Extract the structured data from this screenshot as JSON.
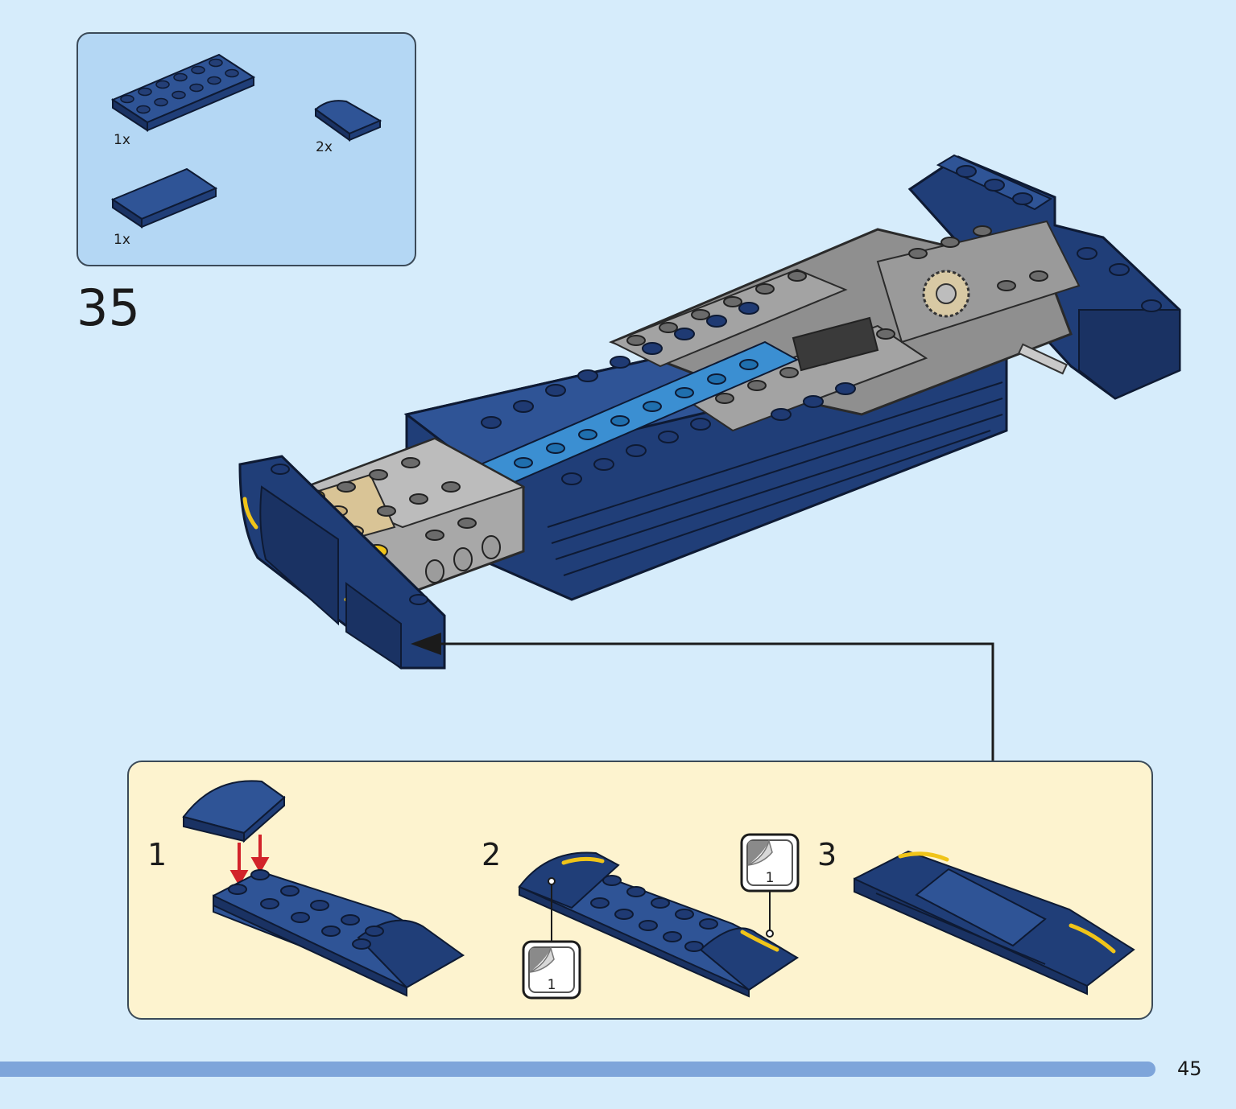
{
  "parts_list": {
    "items": [
      {
        "qty": "1x",
        "icon": "plate-2x6-dark-blue-icon"
      },
      {
        "qty": "2x",
        "icon": "slope-curved-2x2-dark-blue-icon"
      },
      {
        "qty": "1x",
        "icon": "tile-2x4-dark-blue-icon"
      }
    ]
  },
  "step": {
    "number": "35"
  },
  "substeps": [
    {
      "number": "1"
    },
    {
      "number": "2",
      "stickers": [
        "1",
        "1"
      ]
    },
    {
      "number": "3"
    }
  ],
  "footer": {
    "page_number": "45"
  },
  "colors": {
    "background": "#d6ecfb",
    "parts_box": "#b4d7f4",
    "substep_box": "#fdf3cf",
    "brick_dark_blue": "#203e78",
    "brick_grey": "#9a9a9a",
    "brick_tan": "#d9c496",
    "sticker_yellow": "#f0c419",
    "arrow_red": "#d2232a",
    "footer_bar": "#7ea5da"
  }
}
